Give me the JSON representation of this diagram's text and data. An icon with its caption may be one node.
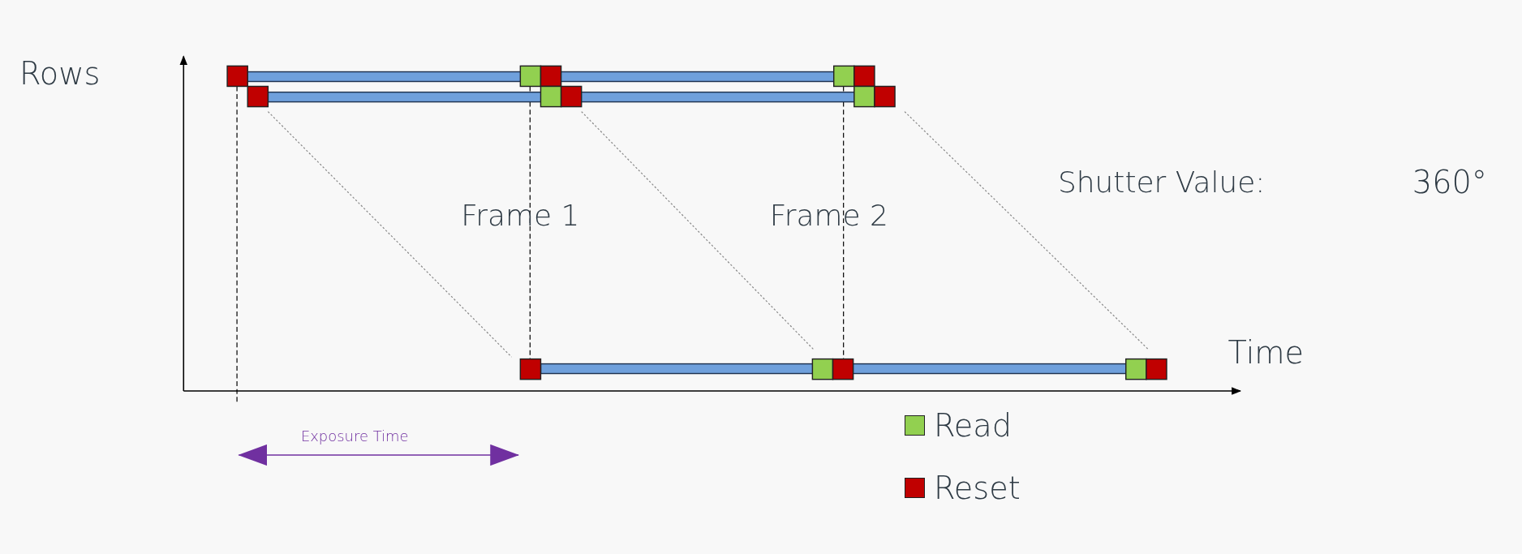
{
  "diagram": {
    "labels": [
      "Rows",
      "Shutter Value:",
      "360°",
      "Frame 1",
      "Frame 2",
      "Time",
      "Exposure Time"
    ],
    "legend": [
      {
        "text": "Read",
        "color": "#92d050"
      },
      {
        "text": "Reset",
        "color": "#c00000"
      }
    ]
  }
}
